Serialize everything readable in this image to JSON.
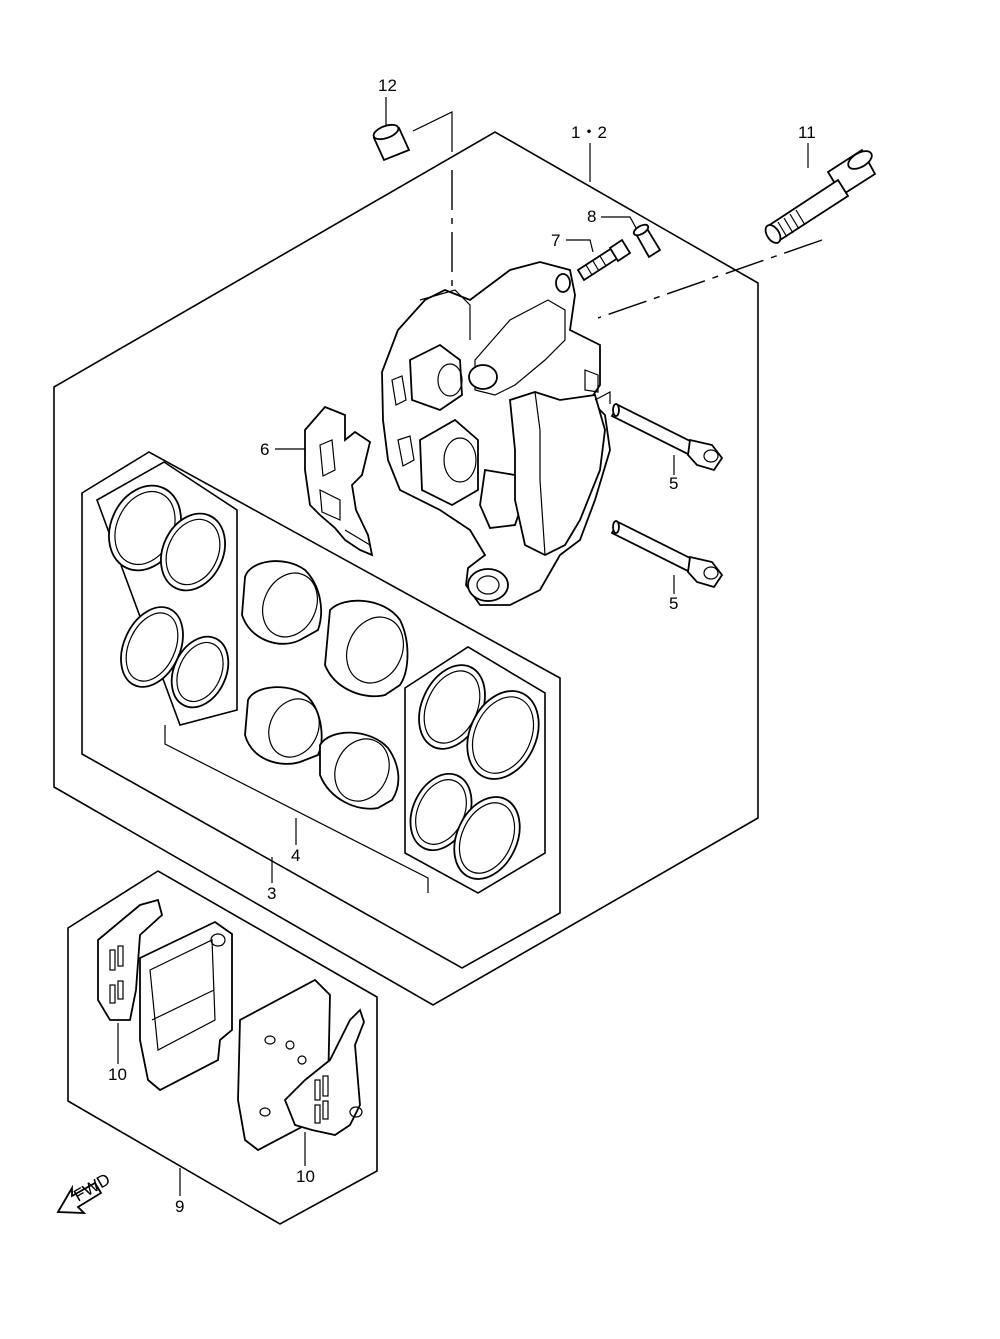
{
  "callouts": {
    "c12": "12",
    "c1_2": "1・2",
    "c11": "11",
    "c8": "8",
    "c7": "7",
    "c6": "6",
    "c5a": "5",
    "c5b": "5",
    "c4": "4",
    "c3": "3",
    "c10a": "10",
    "c10b": "10",
    "c9": "9"
  },
  "fwd_label": "FWD"
}
